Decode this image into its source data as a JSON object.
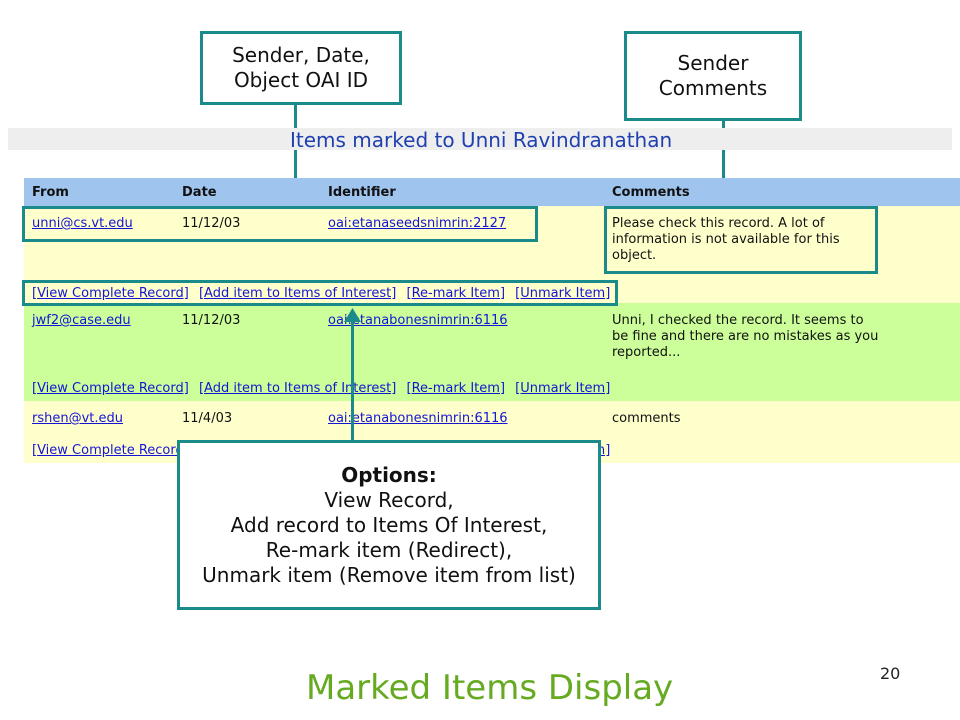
{
  "callouts": {
    "sender_date": [
      "Sender, Date,",
      "Object OAI ID"
    ],
    "comments": [
      "Sender",
      "Comments"
    ],
    "options_title": "Options:",
    "options_lines": [
      "View Record,",
      "Add record to Items Of Interest,",
      "Re-mark item (Redirect),",
      "Unmark item (Remove item from list)"
    ]
  },
  "panel": {
    "title": "Items marked to Unni Ravindranathan"
  },
  "table": {
    "headers": {
      "from": "From",
      "date": "Date",
      "identifier": "Identifier",
      "comments": "Comments"
    },
    "rows": [
      {
        "from": "unni@cs.vt.edu",
        "date": "11/12/03",
        "identifier": "oai:etanaseedsnimrin:2127",
        "comment": "Please check this record. A lot of information is not available for this object."
      },
      {
        "from": "jwf2@case.edu",
        "date": "11/12/03",
        "identifier": "oai:etanabonesnimrin:6116",
        "comment": "Unni, I checked the record. It seems to be fine and there are no mistakes as you reported..."
      },
      {
        "from": "rshen@vt.edu",
        "date": "11/4/03",
        "identifier": "oai:etanabonesnimrin:6116",
        "comment": "comments"
      }
    ],
    "options": {
      "view": "[View Complete Record]",
      "add": "[Add item to Items of Interest]",
      "remark": "[Re-mark Item]",
      "unmark": "[Unmark Item]"
    }
  },
  "footer": {
    "title": "Marked Items Display",
    "page_number": "20"
  }
}
